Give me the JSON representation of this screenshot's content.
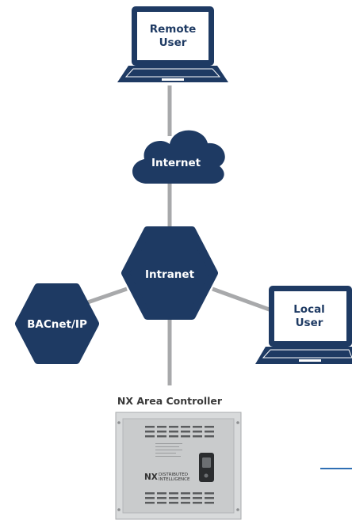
{
  "colors": {
    "node": "#1e3a63",
    "connector": "#a8a9ab",
    "fieldbus": "#2f6fb4",
    "panel": "#cfd1d2"
  },
  "remote_user": {
    "line1": "Remote",
    "line2": "User",
    "icon": "laptop-icon"
  },
  "internet": {
    "label": "Internet",
    "icon": "cloud-icon"
  },
  "intranet": {
    "label": "Intranet",
    "icon": "hexagon-icon"
  },
  "bacnet": {
    "label": "BACnet/IP",
    "icon": "hexagon-icon"
  },
  "local_user": {
    "line1": "Local",
    "line2": "User",
    "icon": "laptop-icon"
  },
  "controller": {
    "title": "NX Area Controller",
    "brand": "NX",
    "brand_line1": "DISTRIBUTED",
    "brand_line2": "INTELLIGENCE"
  }
}
